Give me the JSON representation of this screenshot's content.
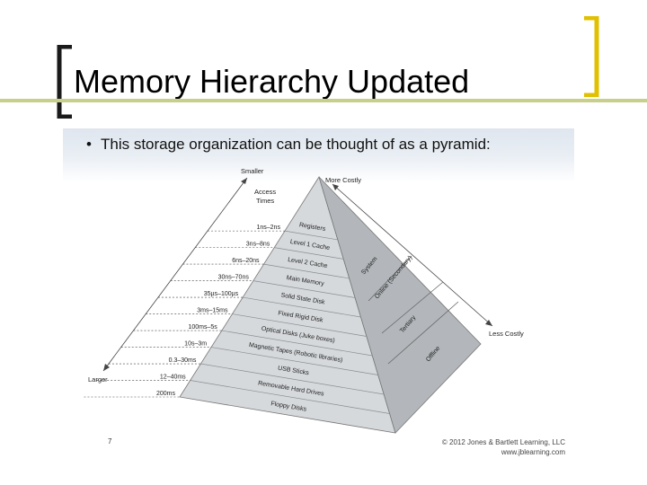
{
  "slide": {
    "title": "Memory Hierarchy Updated",
    "bullet": "This storage organization can be thought of as a pyramid:",
    "page_number": "7",
    "copyright": "© 2012 Jones & Bartlett Learning, LLC",
    "website": "www.jblearning.com"
  },
  "colors": {
    "bracket": "#1a1a1a",
    "bracket_right": "#e0c000",
    "rule": "#c8cf8a"
  },
  "pyramid": {
    "top_label": "Smaller",
    "access_label_1": "Access",
    "access_label_2": "Times",
    "bottom_label": "Larger",
    "more_costly": "More Costly",
    "less_costly": "Less Costly",
    "layers": [
      {
        "name": "Registers",
        "time": "1ns–2ns"
      },
      {
        "name": "Level 1 Cache",
        "time": "3ns–8ns"
      },
      {
        "name": "Level 2 Cache",
        "time": "6ns–20ns"
      },
      {
        "name": "Main Memory",
        "time": "30ns–70ns"
      },
      {
        "name": "Solid State Disk",
        "time": "35µs–100µs"
      },
      {
        "name": "Fixed Rigid Disk",
        "time": "3ms–15ms"
      },
      {
        "name": "Optical Disks (Juke boxes)",
        "time": "100ms–5s"
      },
      {
        "name": "Magnetic Tapes (Robotic libraries)",
        "time": "10s–3m"
      },
      {
        "name": "USB Sticks",
        "time": "0.3–30ms"
      },
      {
        "name": "Removable Hard Drives",
        "time": "12–40ms"
      },
      {
        "name": "Floppy Disks",
        "time": "200ms"
      }
    ],
    "side_labels": [
      "System",
      "Online (Secondary)",
      "Tertiary",
      "Offline"
    ]
  }
}
